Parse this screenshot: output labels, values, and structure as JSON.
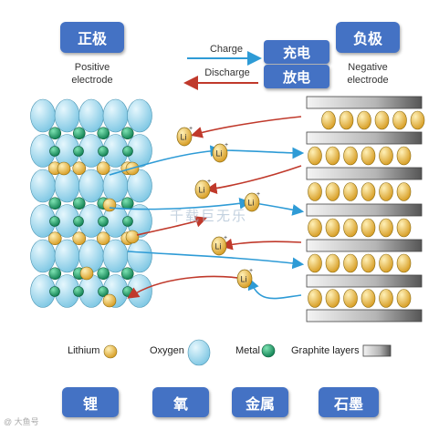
{
  "cathode": {
    "zh": "正极",
    "en_line1": "Positive",
    "en_line2": "electrode"
  },
  "anode": {
    "zh": "负极",
    "en_line1": "Negative",
    "en_line2": "electrode"
  },
  "charge": {
    "en": "Charge",
    "zh": "充电",
    "color": "#2e9bd6"
  },
  "discharge": {
    "en": "Discharge",
    "zh": "放电",
    "color": "#c0392b"
  },
  "ion_label": "Li",
  "ion_superscript": "+",
  "legend": {
    "lithium": {
      "en": "Lithium",
      "zh": "锂"
    },
    "oxygen": {
      "en": "Oxygen",
      "zh": "氧"
    },
    "metal": {
      "en": "Metal",
      "zh": "金属"
    },
    "graphite": {
      "en": "Graphite layers",
      "zh": "石墨"
    }
  },
  "watermark": "千载巨无乐",
  "corner_mark": "@ 大鱼号",
  "colors": {
    "zh_box": "#4472c4",
    "oxygen": "#a8def2",
    "metal": "#1aa06a",
    "lithium": "#f2c04a",
    "graphite": "#8a8a8a"
  }
}
